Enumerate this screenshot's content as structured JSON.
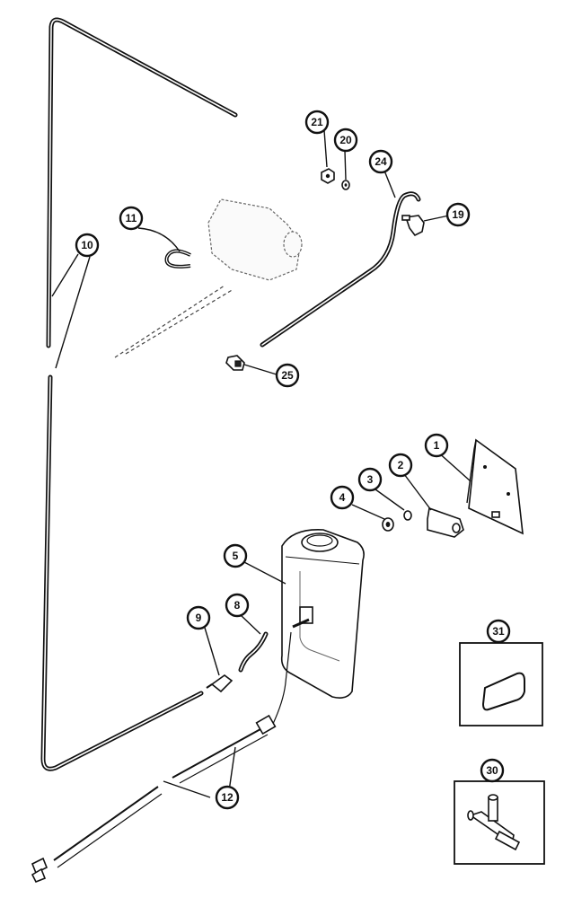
{
  "callouts": [
    {
      "id": "c1",
      "label": "1"
    },
    {
      "id": "c2",
      "label": "2"
    },
    {
      "id": "c3",
      "label": "3"
    },
    {
      "id": "c4",
      "label": "4"
    },
    {
      "id": "c5",
      "label": "5"
    },
    {
      "id": "c8",
      "label": "8"
    },
    {
      "id": "c9",
      "label": "9"
    },
    {
      "id": "c10",
      "label": "10"
    },
    {
      "id": "c11",
      "label": "11"
    },
    {
      "id": "c12",
      "label": "12"
    },
    {
      "id": "c19",
      "label": "19"
    },
    {
      "id": "c20",
      "label": "20"
    },
    {
      "id": "c21",
      "label": "21"
    },
    {
      "id": "c24",
      "label": "24"
    },
    {
      "id": "c25",
      "label": "25"
    },
    {
      "id": "c30",
      "label": "30"
    },
    {
      "id": "c31",
      "label": "31"
    }
  ]
}
